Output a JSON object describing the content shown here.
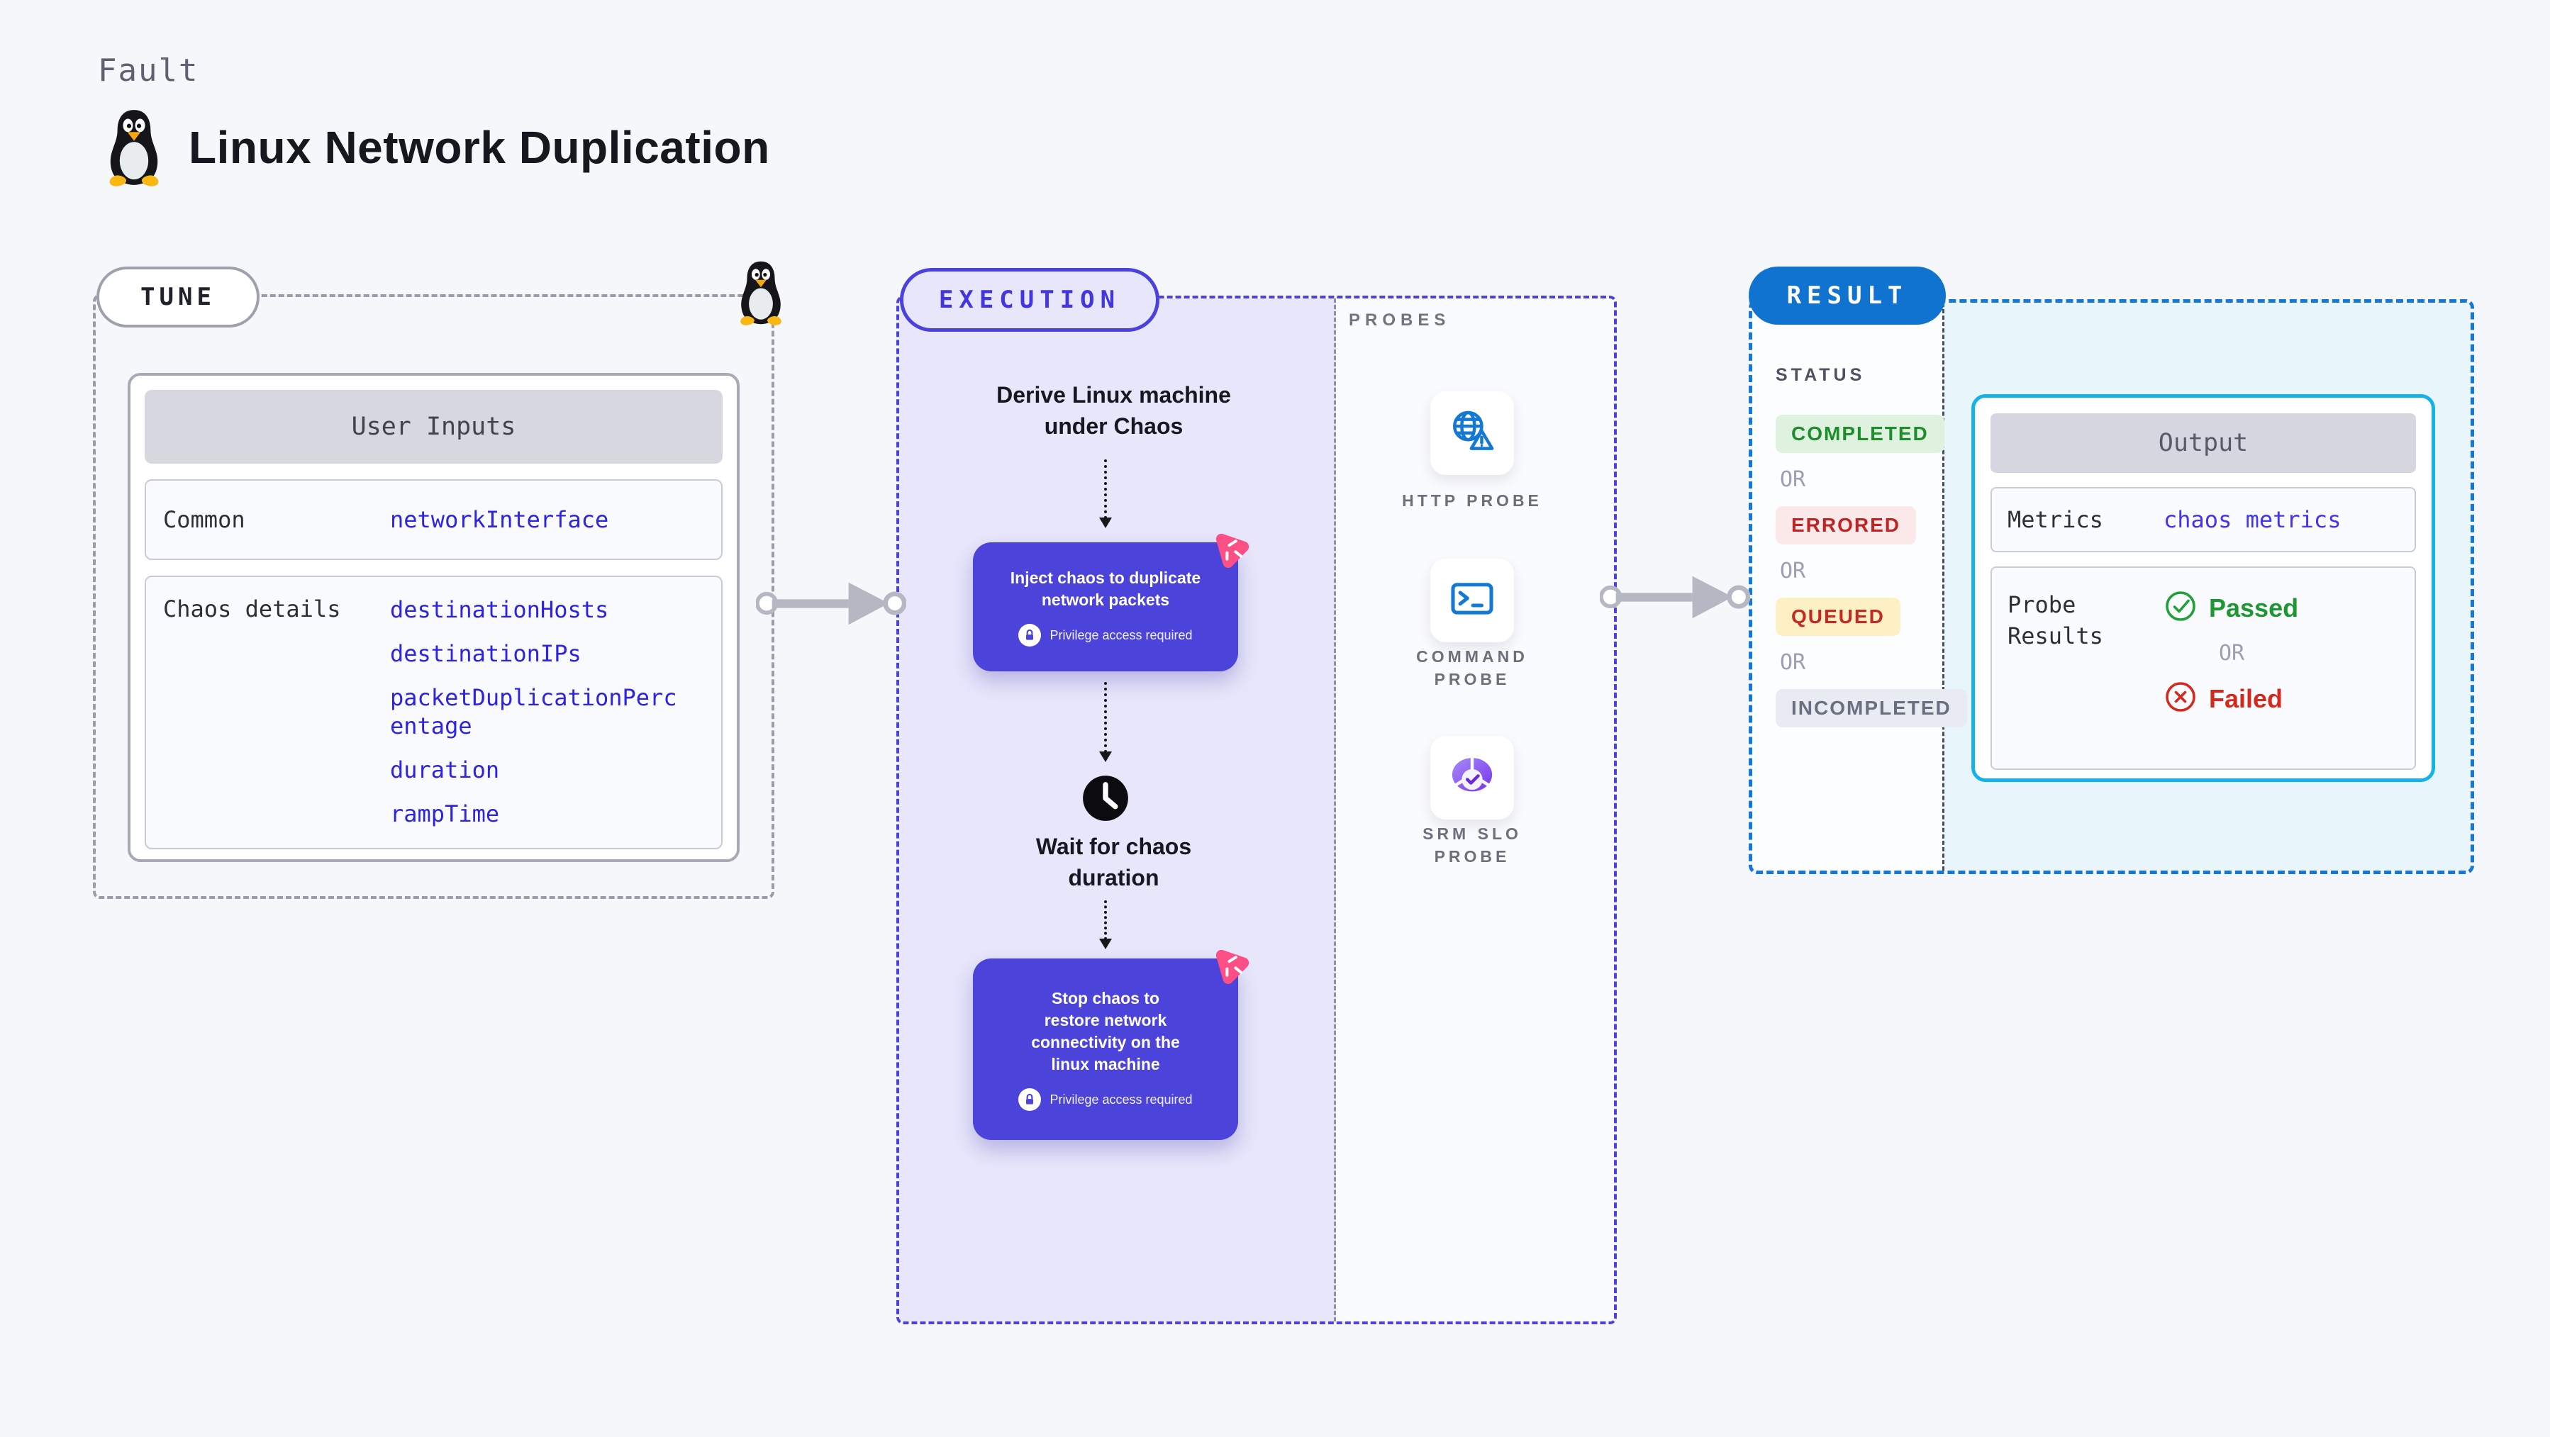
{
  "colors": {
    "page_bg": "#f6f7fa",
    "accent_indigo": "#4b42dd",
    "lavender_bg": "#e7e6fb",
    "chaos_card_bg": "#4c43da",
    "chaos_logo_pink": "#fb4f85",
    "result_blue": "#1173d0",
    "output_border_cyan": "#14b2e6",
    "output_zone_bg": "#e8f6fc",
    "value_blue": "#2d23e3",
    "probe_icon_blue": "#1379d4",
    "passed_green": "#1d9732",
    "failed_red": "#d42a1e",
    "arrow_gray": "#b5b7c2"
  },
  "header": {
    "eyebrow": "Fault",
    "title": "Linux Network Duplication",
    "title_icon": "tux-penguin-icon"
  },
  "tune": {
    "badge": "TUNE",
    "corner_icon": "tux-penguin-icon",
    "card": {
      "title": "User Inputs",
      "rows": [
        {
          "label": "Common",
          "values": [
            "networkInterface"
          ]
        },
        {
          "label": "Chaos details",
          "values": [
            "destinationHosts",
            "destinationIPs",
            "packetDuplicationPercentage",
            "duration",
            "rampTime"
          ]
        }
      ]
    }
  },
  "execution": {
    "badge": "EXECUTION",
    "steps": [
      {
        "type": "text",
        "text": "Derive Linux machine\nunder Chaos"
      },
      {
        "type": "action",
        "text": "Inject chaos to duplicate\nnetwork packets",
        "note": "Privilege access required"
      },
      {
        "type": "wait",
        "text": "Wait for chaos\nduration",
        "icon": "clock-icon"
      },
      {
        "type": "action",
        "text": "Stop chaos to\nrestore network\nconnectivity on the\nlinux machine",
        "note": "Privilege access required"
      }
    ]
  },
  "probes": {
    "title": "PROBES",
    "items": [
      {
        "label": "HTTP PROBE",
        "icon": "globe-alert-icon"
      },
      {
        "label": "COMMAND\nPROBE",
        "icon": "terminal-icon"
      },
      {
        "label": "SRM SLO\nPROBE",
        "icon": "slo-pie-check-icon"
      }
    ]
  },
  "result": {
    "badge": "RESULT",
    "status_title": "STATUS",
    "or": "OR",
    "statuses": [
      {
        "label": "COMPLETED",
        "fg": "#1e8e2d",
        "bg": "#def2df"
      },
      {
        "label": "ERRORED",
        "fg": "#c02323",
        "bg": "#fbe9e9"
      },
      {
        "label": "QUEUED",
        "fg": "#c22a22",
        "bg": "#fcf0c4"
      },
      {
        "label": "INCOMPLETED",
        "fg": "#6a6f80",
        "bg": "#e9ebf2"
      }
    ],
    "output": {
      "title": "Output",
      "metrics_label": "Metrics",
      "metrics_value": "chaos metrics",
      "probe_results_label": "Probe Results",
      "passed": "Passed",
      "failed": "Failed"
    }
  }
}
